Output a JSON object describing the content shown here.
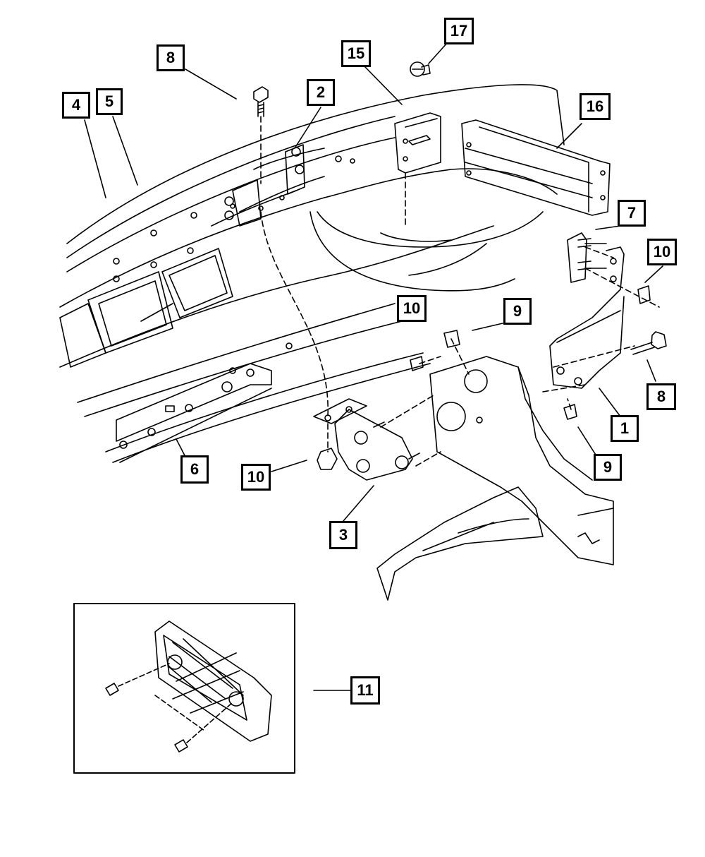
{
  "diagram": {
    "callouts": [
      {
        "id": "c17",
        "label": "17"
      },
      {
        "id": "c8a",
        "label": "8"
      },
      {
        "id": "c15",
        "label": "15"
      },
      {
        "id": "c2",
        "label": "2"
      },
      {
        "id": "c4",
        "label": "4"
      },
      {
        "id": "c5",
        "label": "5"
      },
      {
        "id": "c16",
        "label": "16"
      },
      {
        "id": "c7",
        "label": "7"
      },
      {
        "id": "c10a",
        "label": "10"
      },
      {
        "id": "c10b",
        "label": "10"
      },
      {
        "id": "c9a",
        "label": "9"
      },
      {
        "id": "c8b",
        "label": "8"
      },
      {
        "id": "c1",
        "label": "1"
      },
      {
        "id": "c9b",
        "label": "9"
      },
      {
        "id": "c6",
        "label": "6"
      },
      {
        "id": "c10c",
        "label": "10"
      },
      {
        "id": "c3",
        "label": "3"
      },
      {
        "id": "c11",
        "label": "11"
      }
    ]
  },
  "colors": {
    "line": "#000000",
    "background": "#ffffff"
  }
}
